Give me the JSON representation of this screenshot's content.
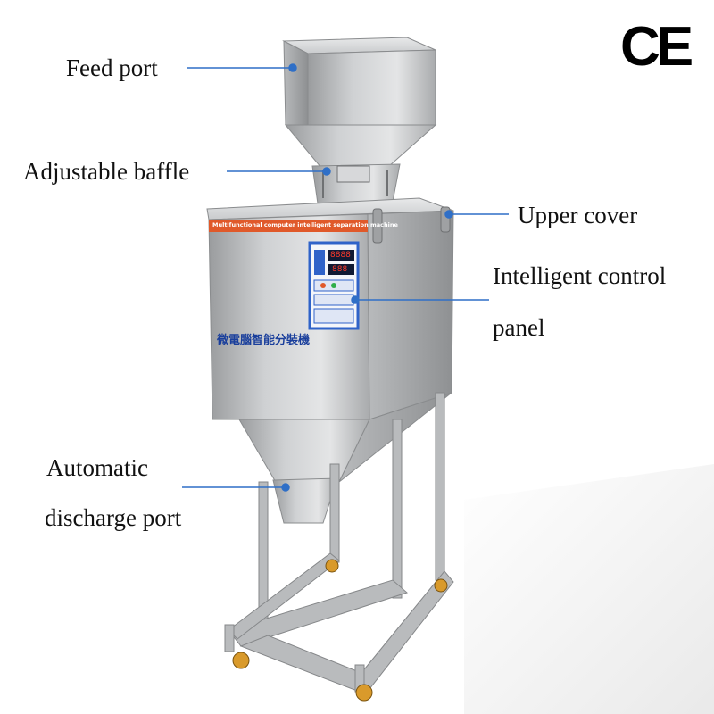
{
  "logo": {
    "text": "CE"
  },
  "labels": {
    "feed_port": "Feed port",
    "adjustable_baffle": "Adjustable baffle",
    "upper_cover": "Upper cover",
    "control_panel_line1": "Intelligent control",
    "control_panel_line2": "panel",
    "discharge_line1": "Automatic",
    "discharge_line2": "discharge port"
  },
  "machine": {
    "banner_text": "Multifunctional computer intelligent separation machine",
    "display_top": "8888",
    "display_bottom": "888",
    "chinese_label": "微電腦智能分裝機"
  },
  "colors": {
    "leader_line": "#2f6fc7",
    "banner": "#e0592a",
    "panel": "#2f63c9",
    "steel": "#c2c4c6"
  }
}
